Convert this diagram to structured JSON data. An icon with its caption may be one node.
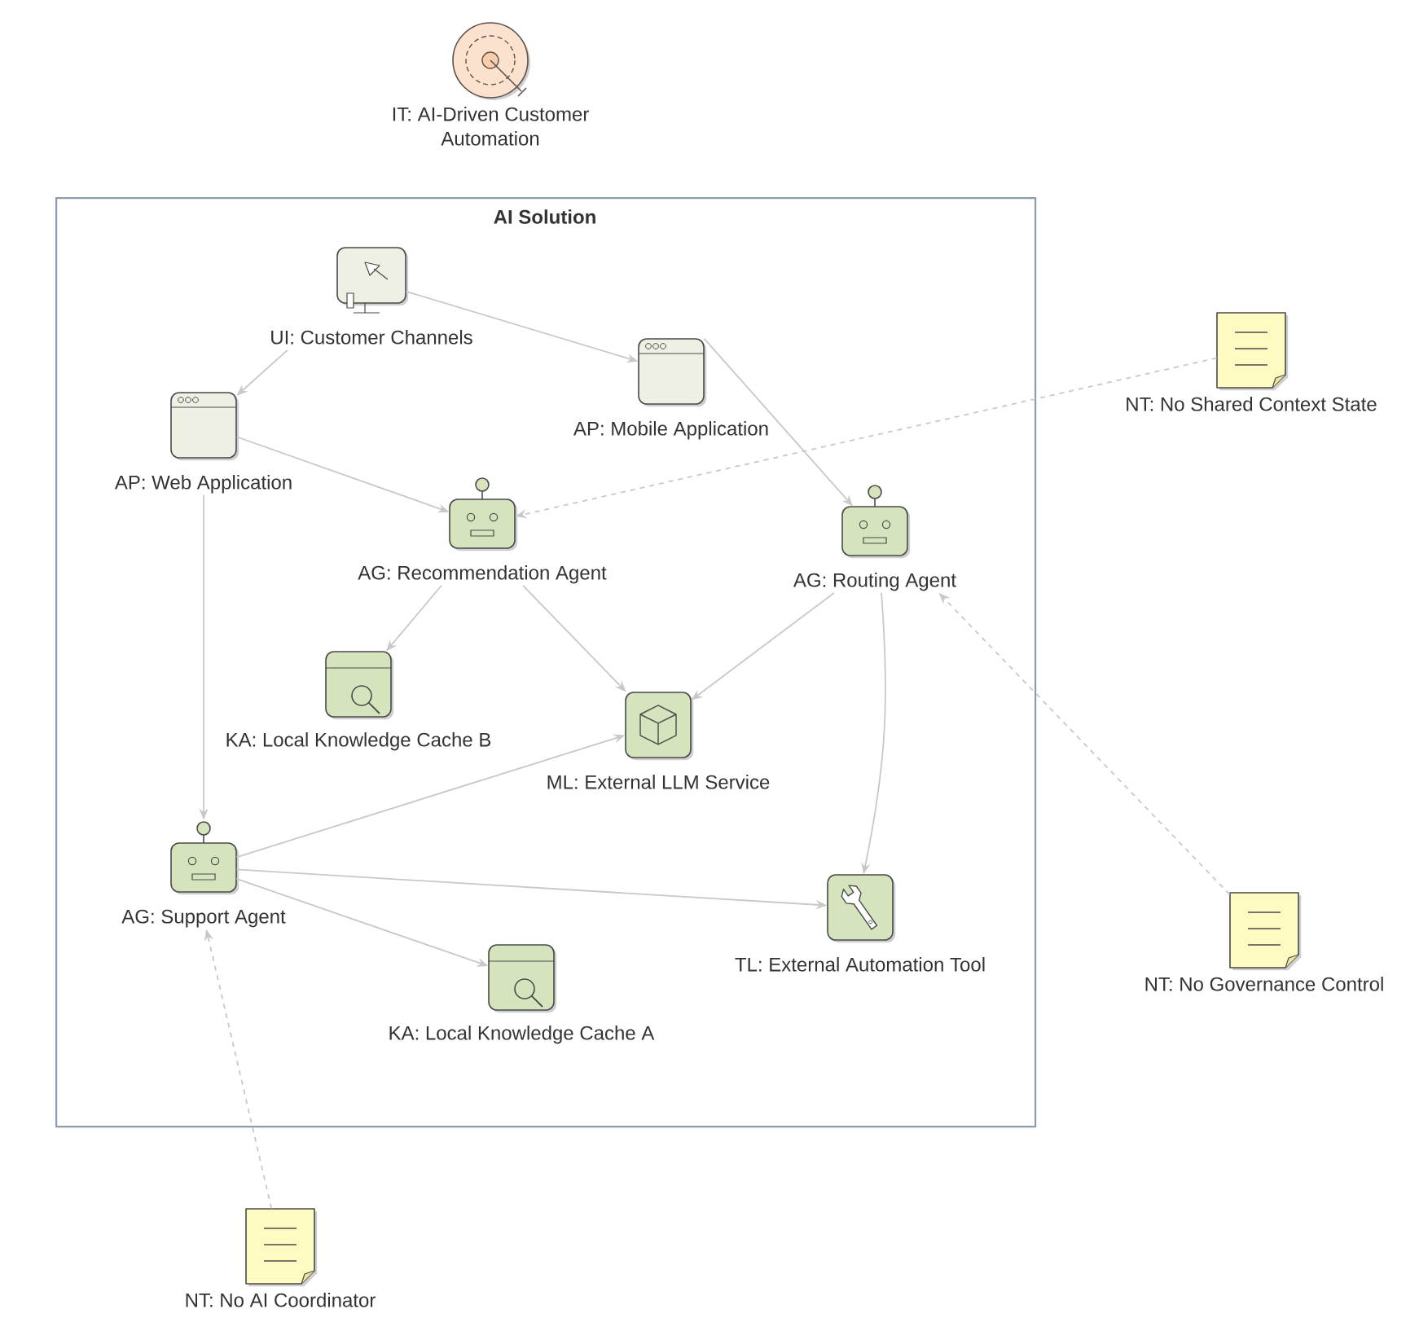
{
  "diagram": {
    "nodes": [
      {
        "text": [
          "IT: AI-Driven Customer Automation"
        ]
      },
      {
        "text": [
          "AI Solution"
        ]
      },
      {
        "text": [
          "UI: Customer Channels"
        ],
        "in": 1
      },
      {
        "text": [
          "AP: Mobile Application"
        ],
        "in": 1
      },
      {
        "text": [
          "AP: Web Application"
        ],
        "in": 1
      },
      {
        "text": [
          "AG: Recommendation Agent"
        ],
        "in": 1
      },
      {
        "text": [
          "AG: Routing Agent"
        ],
        "in": 1
      },
      {
        "text": [
          "KA: Local Knowledge Cache B"
        ],
        "in": 1
      },
      {
        "text": [
          "ML: External LLM Service"
        ],
        "in": 1
      },
      {
        "text": [
          "AG: Support Agent"
        ],
        "in": 1
      },
      {
        "text": [
          "TL: External Automation Tool"
        ],
        "in": 1
      },
      {
        "text": [
          "KA: Local Knowledge Cache A"
        ],
        "in": 1
      },
      {
        "text": [
          "NT: No Shared Context State"
        ]
      },
      {
        "text": [
          "NT: No Governance Control"
        ]
      },
      {
        "text": [
          "NT: No AI Coordinator"
        ]
      }
    ],
    "edges": [
      {
        "from": 2,
        "to": 3,
        "arrow": "to"
      },
      {
        "from": 2,
        "to": 4,
        "arrow": "to"
      },
      {
        "from": 4,
        "to": 5,
        "arrow": "to"
      },
      {
        "from": 3,
        "to": 6,
        "arrow": "to"
      },
      {
        "from": 4,
        "to": 9,
        "arrow": "to"
      },
      {
        "from": 12,
        "to": 5,
        "arrow": "to",
        "style": "dashed"
      },
      {
        "from": 5,
        "to": 7,
        "arrow": "to"
      },
      {
        "from": 5,
        "to": 8,
        "arrow": "to"
      },
      {
        "from": 6,
        "to": 8,
        "arrow": "to"
      },
      {
        "from": 6,
        "to": 10,
        "arrow": "to"
      },
      {
        "from": 9,
        "to": 8,
        "arrow": "to"
      },
      {
        "from": 9,
        "to": 10,
        "arrow": "to"
      },
      {
        "from": 9,
        "to": 11,
        "arrow": "to"
      },
      {
        "from": 13,
        "to": 6,
        "arrow": "to",
        "style": "dashed"
      },
      {
        "from": 14,
        "to": 9,
        "arrow": "to",
        "style": "dashed"
      }
    ]
  }
}
